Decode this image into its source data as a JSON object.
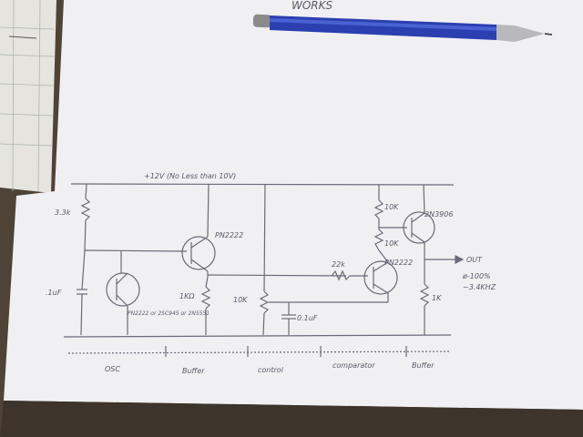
{
  "photo": {
    "top_scrawl": "WORKS",
    "supply_label": "+12V (No Less than 10V)",
    "components": {
      "r_3_3k": "3.3k",
      "cap_osc": ".1uF",
      "q_osc_alt": "PN2222 or 2SC945 or 2N5551",
      "q_buffer": "PN2222",
      "r_1k_buffer": "1KΩ",
      "pot_10k": "10K",
      "cap_01": "0.1uF",
      "r_22k": "22k",
      "q_comp": "PN2222",
      "r_10k_top": "10K",
      "r_10k_mid": "10K",
      "q_out": "2N3906",
      "r_1k_out": "1K",
      "out_label": "OUT",
      "duty": "ø-100%",
      "freq": "~3.4KHZ"
    },
    "sections": [
      "OSC",
      "Buffer",
      "control",
      "comparator",
      "Buffer"
    ]
  },
  "colors": {
    "paper": "#f1f1f3",
    "pencil_body": "#2b3fb0",
    "ink": "#5a5a6a",
    "table": "#4a3f33"
  }
}
